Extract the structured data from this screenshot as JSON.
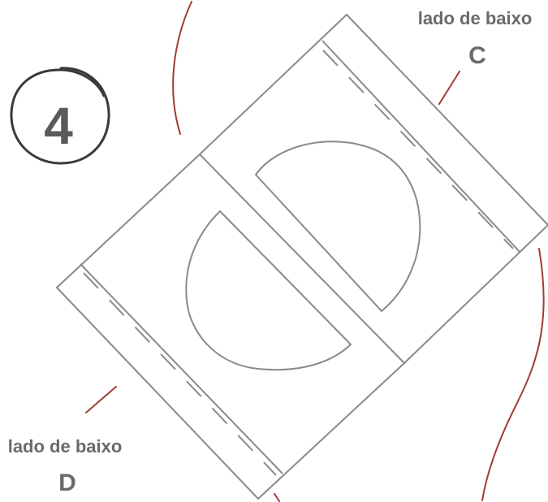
{
  "step": {
    "number": "4"
  },
  "labels": {
    "top_right": {
      "text": "lado de baixo",
      "letter": "C"
    },
    "bottom_left": {
      "text": "lado de baixo",
      "letter": "D"
    }
  },
  "colors": {
    "outline": "#8a8a8a",
    "guide_line": "#a33a35",
    "label": "#6a6a6a",
    "circle": "#3a3a3a"
  },
  "icons": {
    "step_badge": "hand-drawn-circle-icon",
    "pattern": "folded-paper-pattern-icon"
  }
}
